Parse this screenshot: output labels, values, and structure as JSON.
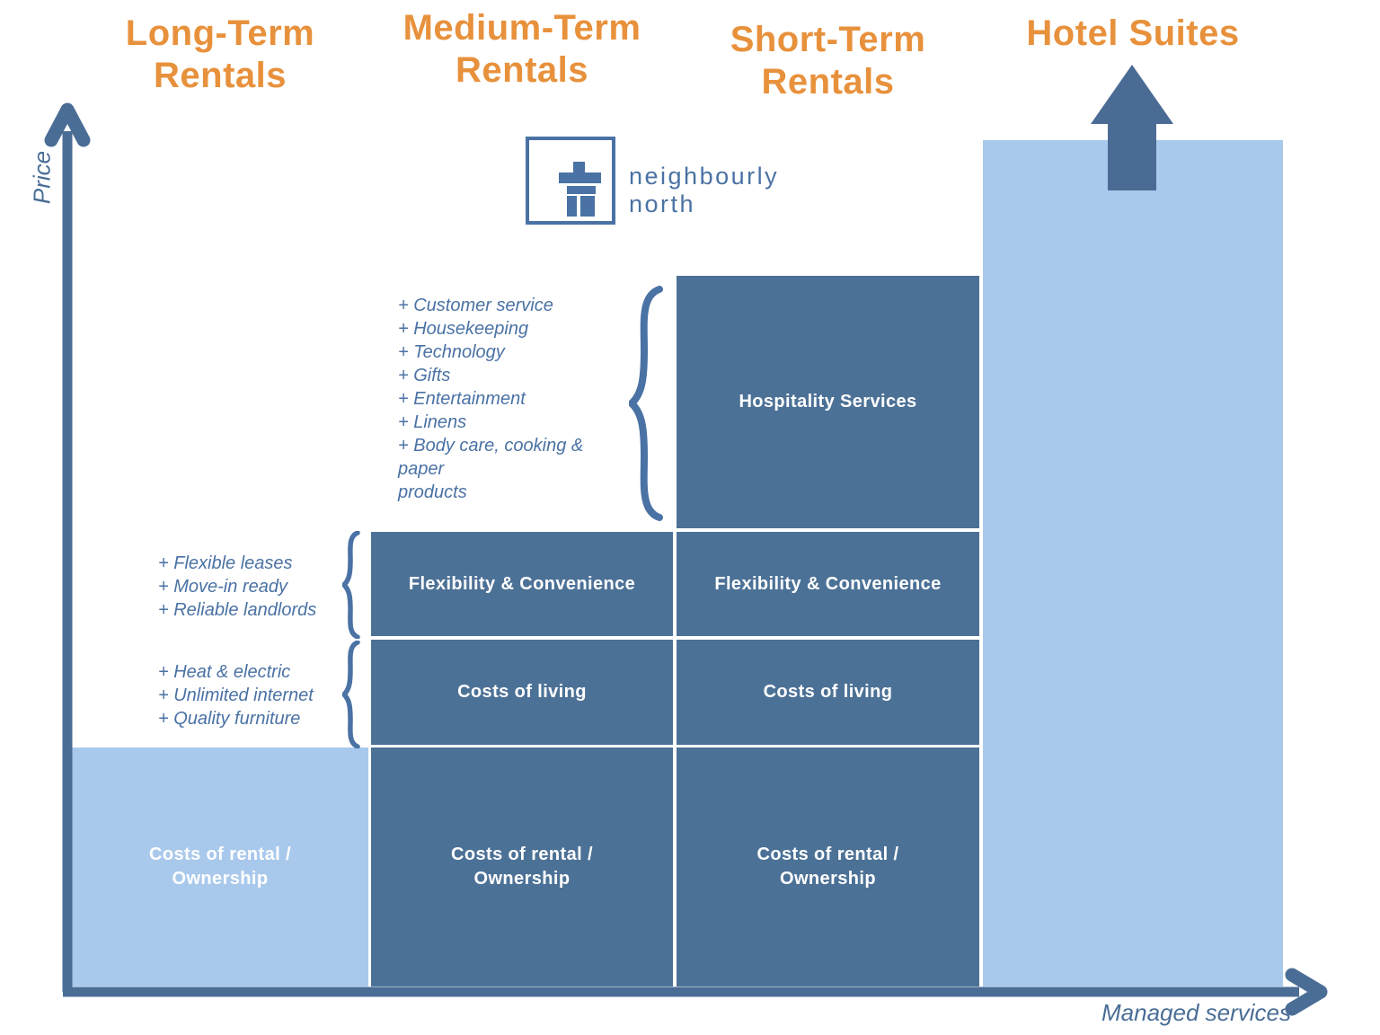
{
  "axes": {
    "y_label": "Price",
    "x_label": "Managed services"
  },
  "logo": {
    "name_line1": "neighbourly",
    "name_line2": "north"
  },
  "columns": [
    {
      "header": "Long-Term\nRentals"
    },
    {
      "header": "Medium-Term\nRentals"
    },
    {
      "header": "Short-Term\nRentals"
    },
    {
      "header": "Hotel Suites"
    }
  ],
  "segments": {
    "long_rental": "Costs of rental /\nOwnership",
    "medium_rental": "Costs of rental /\nOwnership",
    "medium_living": "Costs of living",
    "medium_flex": "Flexibility & Convenience",
    "short_rental": "Costs of rental /\nOwnership",
    "short_living": "Costs of living",
    "short_flex": "Flexibility & Convenience",
    "short_hospitality": "Hospitality Services"
  },
  "annotations": {
    "hospitality": {
      "items": [
        "+ Customer service",
        "+ Housekeeping",
        "+ Technology",
        "+ Gifts",
        "+ Entertainment",
        "+ Linens",
        "+ Body care, cooking &",
        "paper",
        "products"
      ]
    },
    "flexibility": {
      "items": [
        "+ Flexible leases",
        "+ Move-in ready",
        "+ Reliable landlords"
      ]
    },
    "living": {
      "items": [
        "+ Heat & electric",
        "+ Unlimited internet",
        "+ Quality furniture"
      ]
    }
  },
  "colors": {
    "accent_orange": "#E8913C",
    "bar_dark_blue": "#4C7196",
    "bar_light_blue": "#A9C9EC",
    "axis_blue": "#4A6D96",
    "annotation_blue": "#4A72A4",
    "label_white": "#FFFFFF"
  }
}
